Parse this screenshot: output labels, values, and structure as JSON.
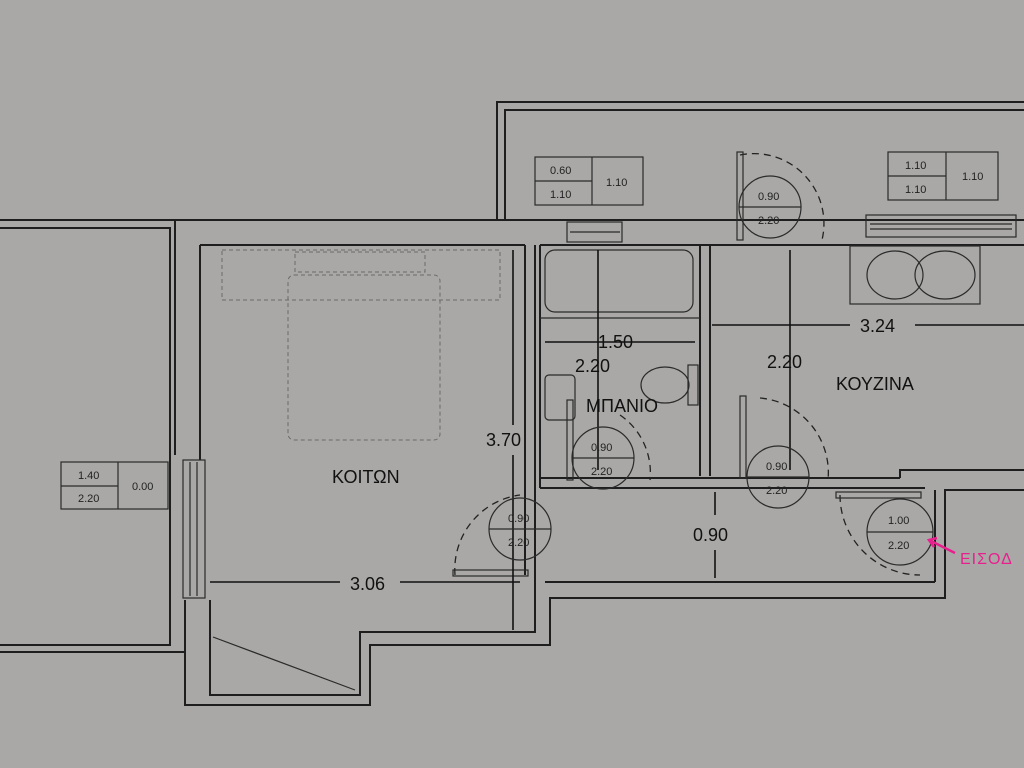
{
  "rooms": {
    "bedroom": "ΚΟΙΤΩΝ",
    "bathroom": "ΜΠΑΝΙΟ",
    "kitchen": "ΚΟΥΖΙΝΑ"
  },
  "dimensions": {
    "bedroom_width": "3.06",
    "bedroom_length": "3.70",
    "bath_width": "1.50",
    "bath_height": "2.20",
    "kitchen_width": "3.24",
    "kitchen_height": "2.20",
    "corridor_width": "0.90"
  },
  "window_tags": [
    {
      "w": "0.60",
      "h": "1.10",
      "sill": "1.10"
    },
    {
      "w": "1.10",
      "h": "1.10",
      "sill": "1.10"
    },
    {
      "w": "1.40",
      "h": "2.20",
      "sill": "0.00"
    }
  ],
  "door_tags": [
    {
      "w": "0.90",
      "h": "2.20"
    },
    {
      "w": "0.90",
      "h": "2.20"
    },
    {
      "w": "0.90",
      "h": "2.20"
    },
    {
      "w": "0.90",
      "h": "2.20"
    },
    {
      "w": "1.00",
      "h": "2.20"
    }
  ],
  "annotation": {
    "entrance": "ΕΙΣΟΔ",
    "color": "#e8208e"
  }
}
